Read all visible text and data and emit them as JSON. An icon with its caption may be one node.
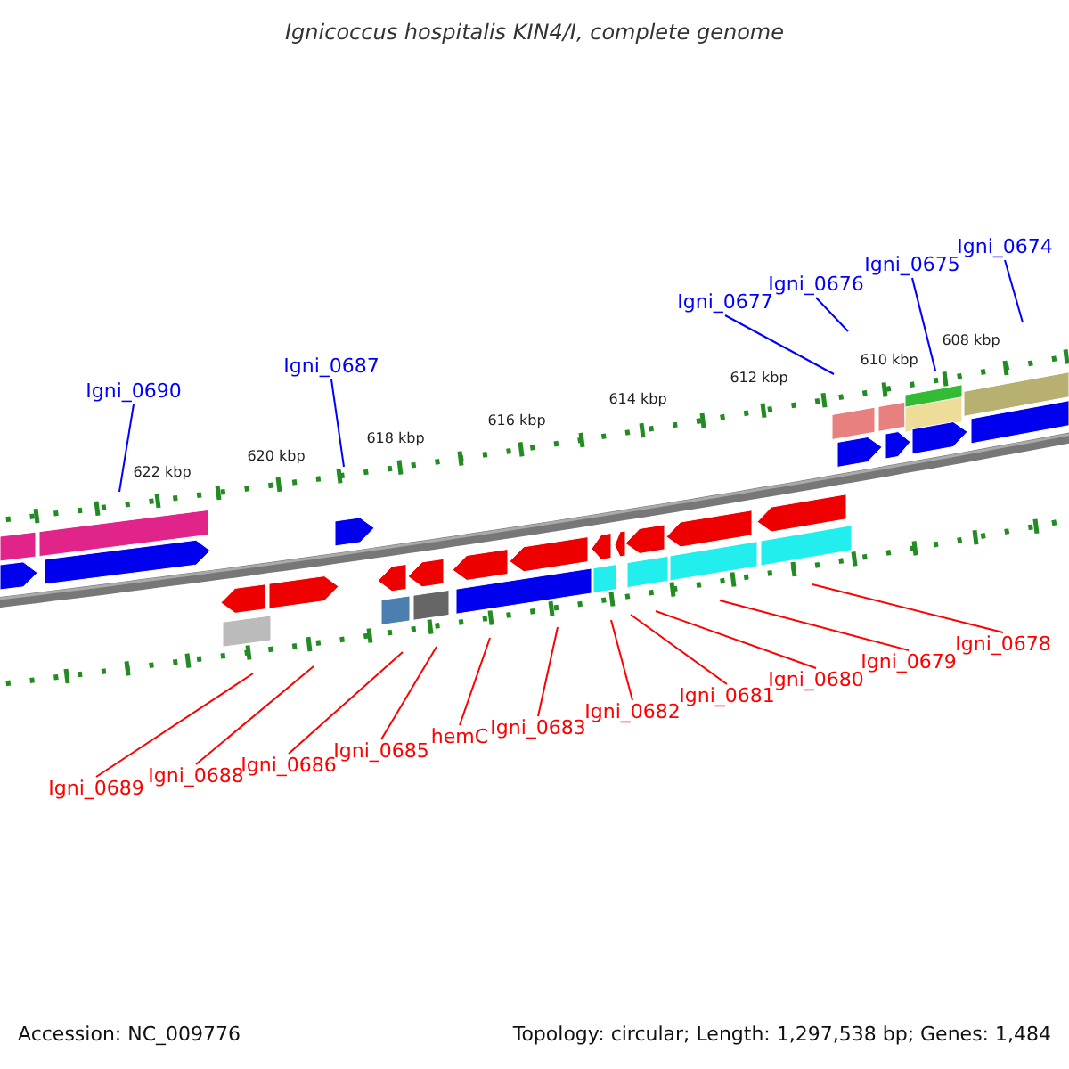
{
  "diagram": {
    "title": "Ignicoccus hospitalis KIN4/I, complete genome",
    "nodes": [
      {
        "text": [
          "Igni_0690"
        ]
      },
      {
        "text": [
          "Igni_0687"
        ]
      },
      {
        "text": [
          "Igni_0677"
        ]
      },
      {
        "text": [
          "Igni_0676"
        ]
      },
      {
        "text": [
          "Igni_0675"
        ]
      },
      {
        "text": [
          "Igni_0674"
        ]
      },
      {
        "text": [
          "Igni_0689"
        ]
      },
      {
        "text": [
          "Igni_0688"
        ]
      },
      {
        "text": [
          "Igni_0686"
        ]
      },
      {
        "text": [
          "Igni_0685"
        ]
      },
      {
        "text": [
          "hemC"
        ]
      },
      {
        "text": [
          "Igni_0683"
        ]
      },
      {
        "text": [
          "Igni_0682"
        ]
      },
      {
        "text": [
          "Igni_0681"
        ]
      },
      {
        "text": [
          "Igni_0680"
        ]
      },
      {
        "text": [
          "Igni_0679"
        ]
      },
      {
        "text": [
          "Igni_0678"
        ]
      }
    ],
    "edges": [
      {
        "from": 0,
        "to": null,
        "arrow": "none",
        "color": "#0000ff"
      },
      {
        "from": 1,
        "to": null,
        "arrow": "none",
        "color": "#0000ff"
      },
      {
        "from": 2,
        "to": null,
        "arrow": "none",
        "color": "#0000ff"
      },
      {
        "from": 3,
        "to": null,
        "arrow": "none",
        "color": "#0000ff"
      },
      {
        "from": 4,
        "to": null,
        "arrow": "none",
        "color": "#0000ff"
      },
      {
        "from": 5,
        "to": null,
        "arrow": "none",
        "color": "#0000ff"
      },
      {
        "from": 6,
        "to": null,
        "arrow": "none"
      },
      {
        "from": 7,
        "to": null,
        "arrow": "none"
      },
      {
        "from": 8,
        "to": null,
        "arrow": "none"
      },
      {
        "from": 9,
        "to": null,
        "arrow": "none"
      },
      {
        "from": 10,
        "to": null,
        "arrow": "none"
      },
      {
        "from": 11,
        "to": null,
        "arrow": "none"
      },
      {
        "from": 12,
        "to": null,
        "arrow": "none"
      },
      {
        "from": 13,
        "to": null,
        "arrow": "none"
      },
      {
        "from": 14,
        "to": null,
        "arrow": "none"
      },
      {
        "from": 15,
        "to": null,
        "arrow": "none"
      },
      {
        "from": 16,
        "to": null,
        "arrow": "none"
      }
    ],
    "labels": [
      "622 kbp",
      "620 kbp",
      "618 kbp",
      "616 kbp",
      "614 kbp",
      "612 kbp",
      "610 kbp",
      "608 kbp",
      "Accession: NC_009776",
      "Topology: circular; Length: 1,297,538 bp; Genes: 1,484"
    ]
  }
}
